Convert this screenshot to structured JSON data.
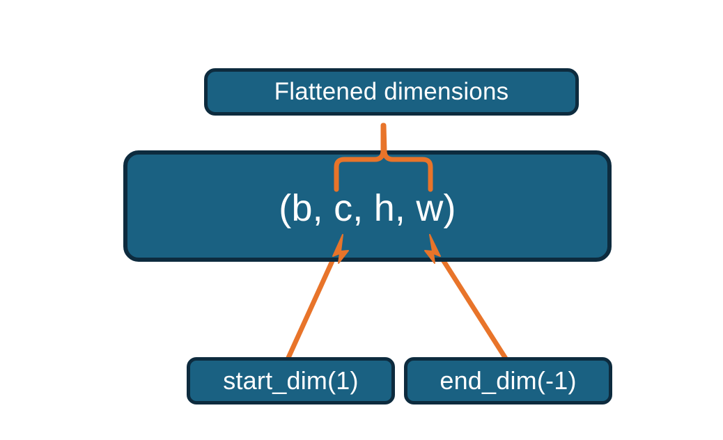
{
  "diagram": {
    "title_text": "Flattened dimensions",
    "tensor_shape_text": "(b, c, h, w)",
    "start_dim_text": "start_dim(1)",
    "end_dim_text": "end_dim(-1)",
    "colors": {
      "box_fill": "#1a6182",
      "box_border": "#0d2b3e",
      "accent_orange": "#e8742a",
      "text": "#ffffff",
      "background": "#ffffff"
    },
    "nodes": [
      {
        "id": "flattened-dimensions",
        "label": "Flattened dimensions"
      },
      {
        "id": "tensor-shape",
        "label": "(b, c, h, w)"
      },
      {
        "id": "start-dim",
        "label": "start_dim(1)"
      },
      {
        "id": "end-dim",
        "label": "end_dim(-1)"
      }
    ],
    "connectors": [
      {
        "id": "brace-connector",
        "kind": "curly-brace",
        "from": "tensor-shape",
        "to": "flattened-dimensions",
        "covers": "c, h, w",
        "color": "#e8742a"
      },
      {
        "id": "start-dim-arrow",
        "kind": "arrow",
        "from": "start-dim",
        "to": "tensor-shape",
        "points_at": "c",
        "color": "#e8742a"
      },
      {
        "id": "end-dim-arrow",
        "kind": "arrow",
        "from": "end-dim",
        "to": "tensor-shape",
        "points_at": "w",
        "color": "#e8742a"
      }
    ]
  }
}
